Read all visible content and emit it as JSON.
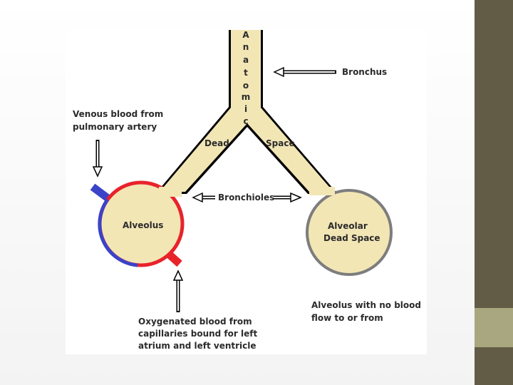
{
  "diagram": {
    "trachea_letters": [
      "A",
      "n",
      "a",
      "t",
      "o",
      "m",
      "i",
      "c"
    ],
    "dead_label": "Dead",
    "space_label": "Space",
    "bronchus_label": "Bronchus",
    "bronchioles_label": "Bronchioles",
    "alveolus_label": "Alveolus",
    "alveolar_dead_space_line1": "Alveolar",
    "alveolar_dead_space_line2": "Dead Space",
    "venous_note": [
      "Venous blood from",
      "pulmonary artery"
    ],
    "oxygenated_note": [
      "Oxygenated blood from",
      "capillaries bound for left",
      "atrium and left ventricle"
    ],
    "no_flow_note": [
      "Alveolus with no blood",
      "flow to or from"
    ]
  },
  "colors": {
    "airway_fill": "#f2e6b5",
    "outline": "#000000",
    "venous": "#3b43c9",
    "arterial": "#e8232a",
    "dead_alveolus_outline": "#7d7d7d",
    "sidebar": "#625c46",
    "sidebar_accent": "#a9a77f"
  }
}
